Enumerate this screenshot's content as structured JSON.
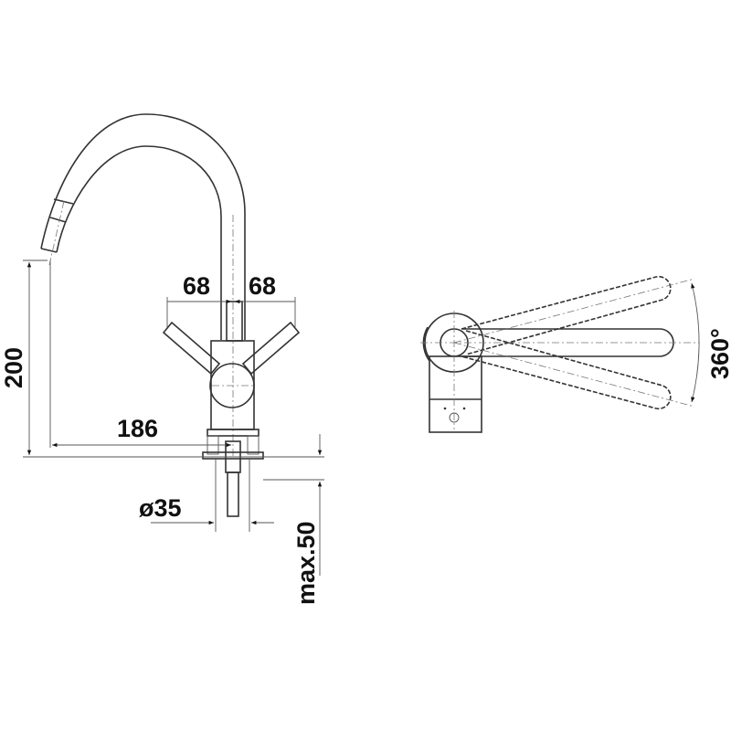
{
  "diagram": {
    "side_view": {
      "height_label": "200",
      "reach_label": "186",
      "lever_left_label": "68",
      "lever_right_label": "68",
      "hole_diameter_label": "ø35",
      "max_thickness_label": "max.50"
    },
    "top_view": {
      "rotation_label": "360°"
    },
    "line_color": "#333333"
  }
}
